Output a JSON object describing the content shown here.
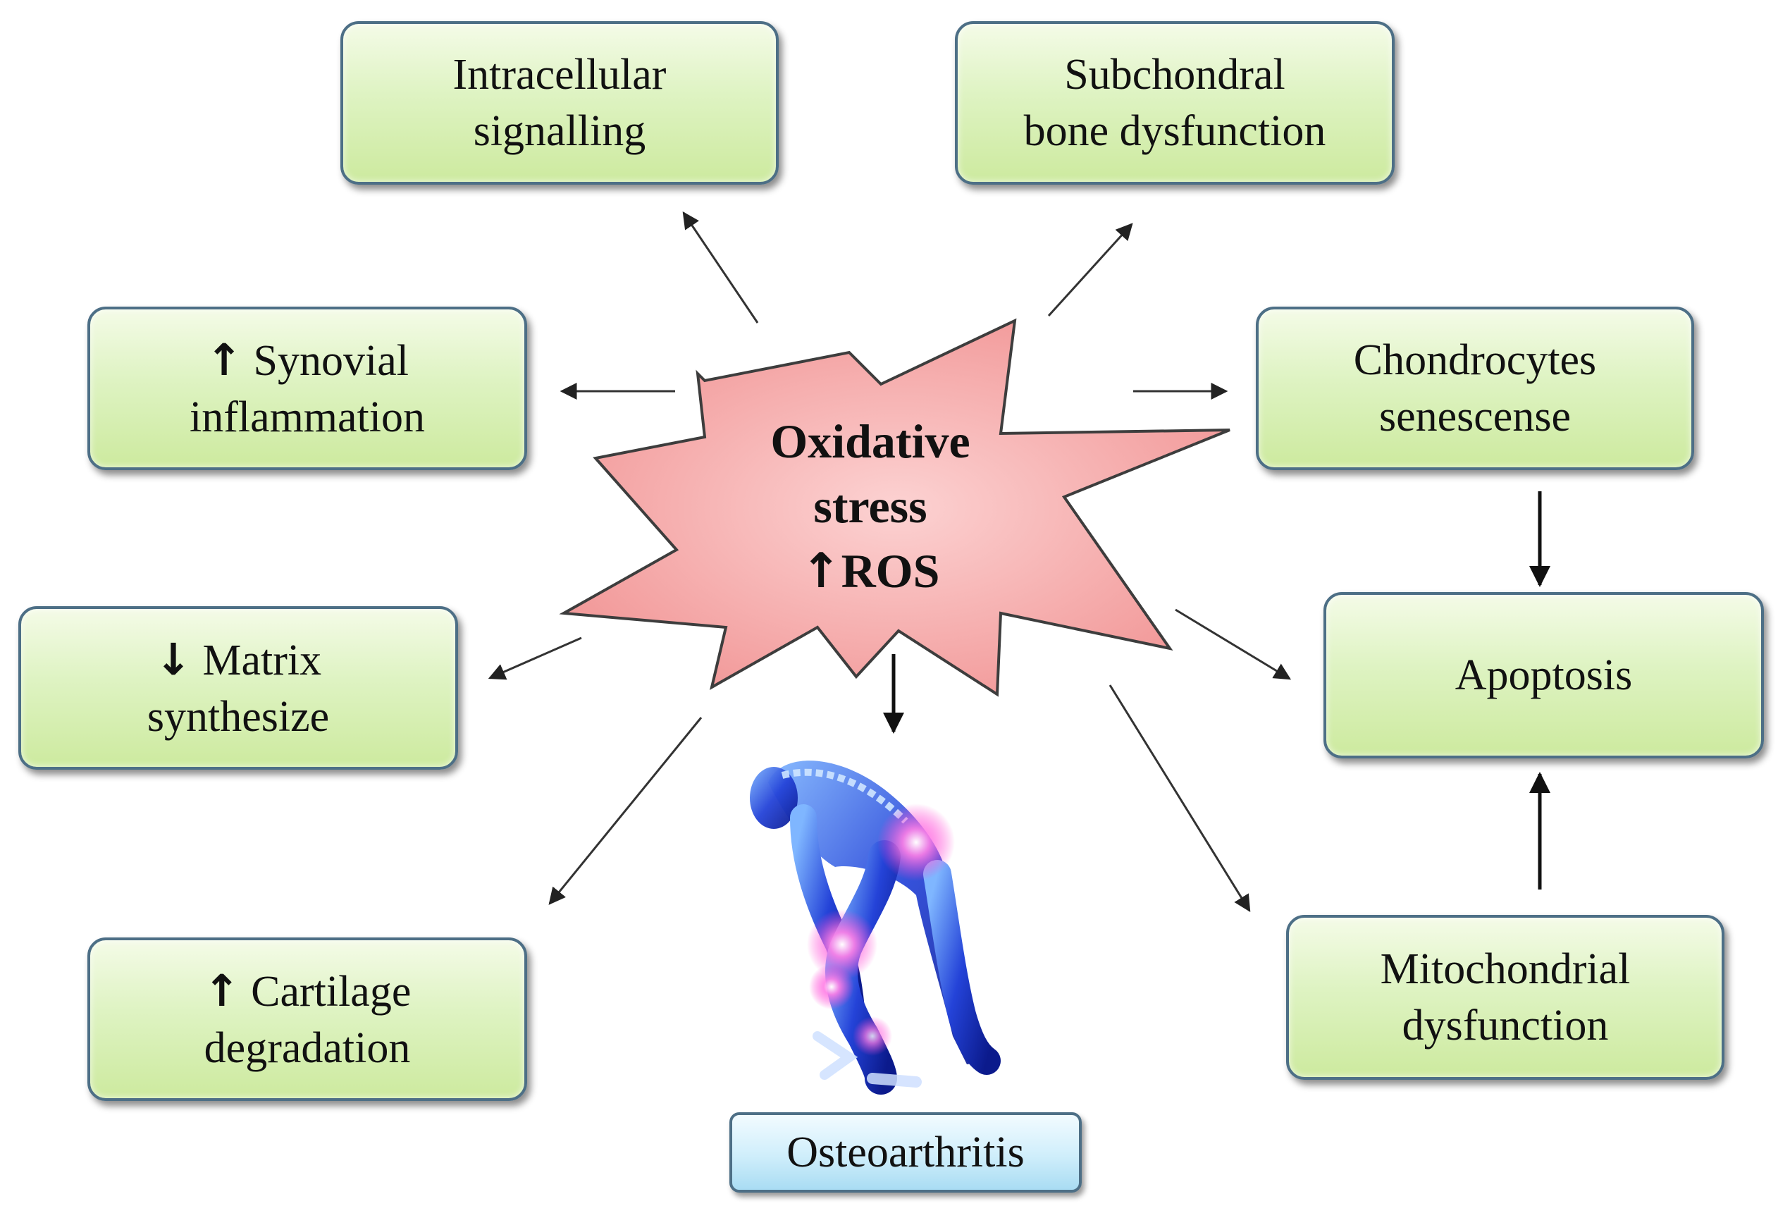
{
  "center": {
    "line1": "Oxidative",
    "line2": "stress",
    "up_arrow": "↑",
    "line3": "ROS",
    "fill_color": "#f6a5a5"
  },
  "nodes": {
    "intracellular": {
      "line1": "Intracellular",
      "line2": "signalling"
    },
    "subchondral": {
      "line1": "Subchondral",
      "line2": "bone dysfunction"
    },
    "synovial": {
      "arrow": "↑",
      "line1": "Synovial",
      "line2": "inflammation"
    },
    "chondrocytes": {
      "line1": "Chondrocytes",
      "line2": "senescense"
    },
    "matrix": {
      "arrow": "↓",
      "line1": "Matrix",
      "line2": "synthesize"
    },
    "apoptosis": {
      "line1": "Apoptosis"
    },
    "cartilage": {
      "arrow": "↑",
      "line1": "Cartilage",
      "line2": "degradation"
    },
    "mitochondrial": {
      "line1": "Mitochondrial",
      "line2": "dysfunction"
    }
  },
  "outcome": {
    "label": "Osteoarthritis"
  },
  "colors": {
    "box_fill": "#d8f0b8",
    "box_border": "#4d6f86",
    "outcome_fill": "#c3e8f7",
    "figure_glow": "#ff5ad0",
    "figure_body": "#2a4fd6"
  }
}
